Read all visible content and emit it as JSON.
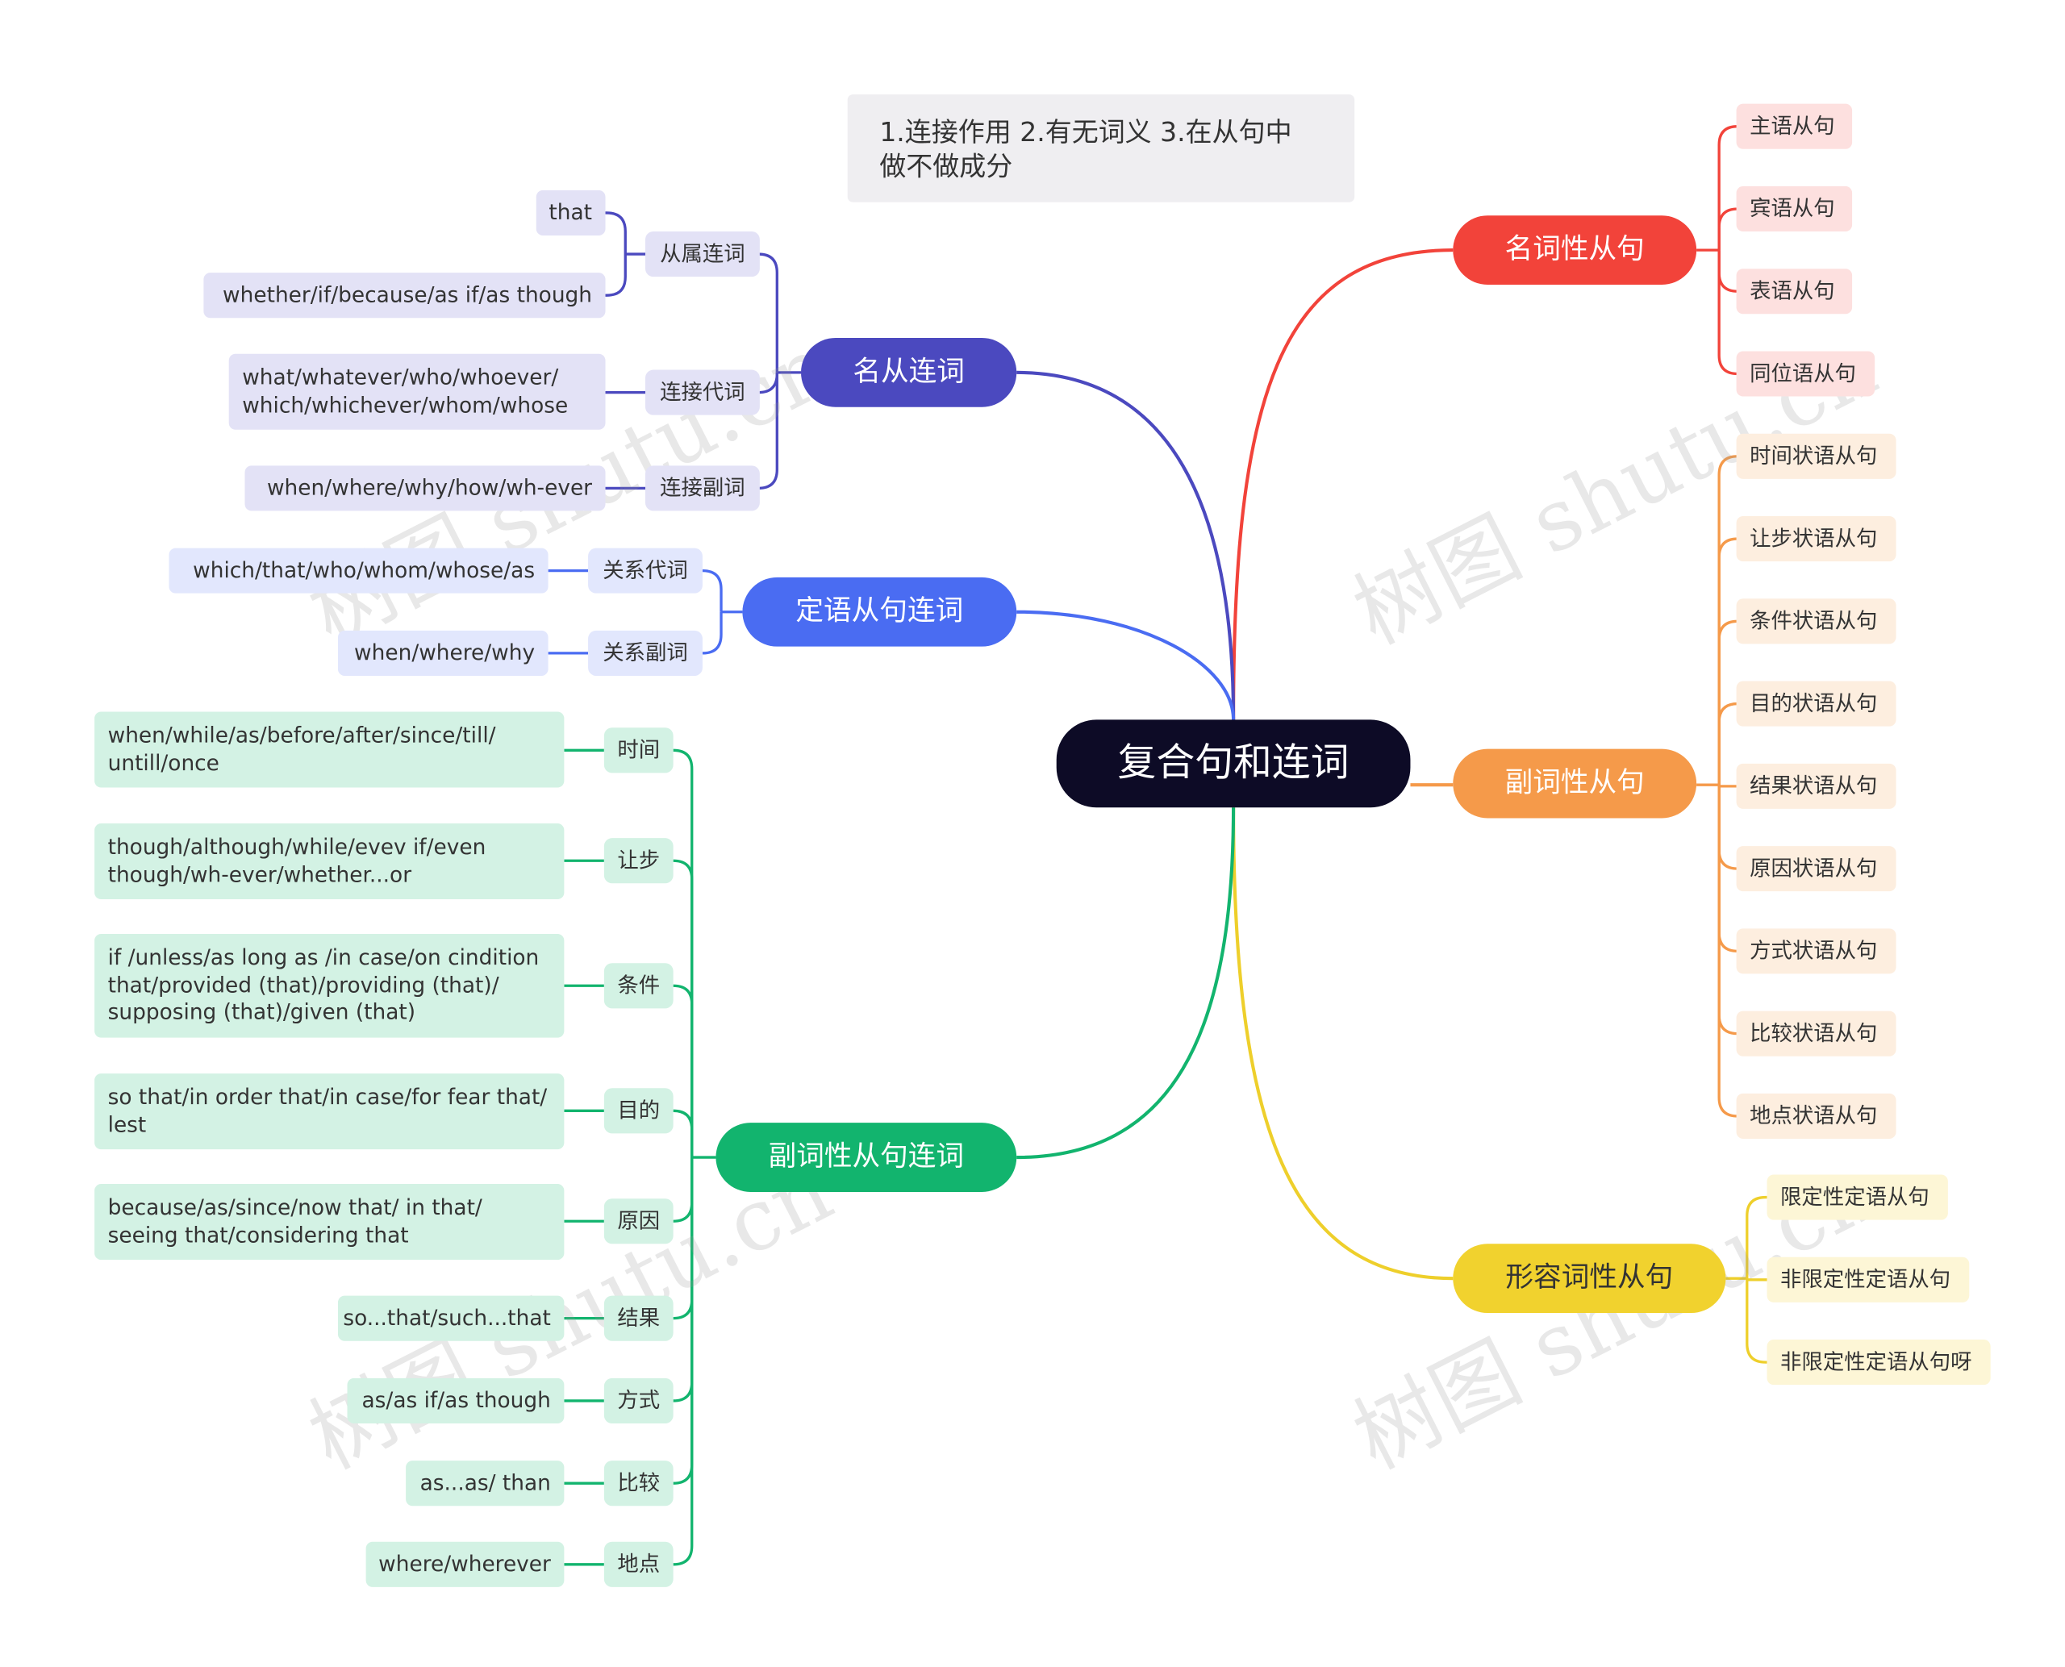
{
  "center": "复合句和连词",
  "note": "1.连接作用 2.有无词义 3.在从句中\n做不做成分",
  "watermark": "树图 shutu.cn",
  "colors": {
    "nominal": "#f2433a",
    "adverbial": "#f59a4a",
    "adjectival": "#eecf2b",
    "noun_conj": "#4b49bf",
    "attr_conj": "#4a6cf2",
    "adv_conj": "#12b46e"
  },
  "right": {
    "nominal": {
      "label": "名词性从句",
      "children": [
        "主语从句",
        "宾语从句",
        "表语从句",
        "同位语从句"
      ]
    },
    "adverbial": {
      "label": "副词性从句",
      "children": [
        "时间状语从句",
        "让步状语从句",
        "条件状语从句",
        "目的状语从句",
        "结果状语从句",
        "原因状语从句",
        "方式状语从句",
        "比较状语从句",
        "地点状语从句"
      ]
    },
    "adjectival": {
      "label": "形容词性从句",
      "children": [
        "限定性定语从句",
        "非限定性定语从句",
        "非限定性定语从句呀"
      ]
    }
  },
  "left": {
    "noun_conj": {
      "label": "名从连词",
      "subs": [
        {
          "label": "从属连词",
          "leaves": [
            "that",
            "whether/if/because/as if/as though"
          ]
        },
        {
          "label": "连接代词",
          "leaves": [
            "what/whatever/who/whoever/\nwhich/whichever/whom/whose"
          ]
        },
        {
          "label": "连接副词",
          "leaves": [
            "when/where/why/how/wh-ever"
          ]
        }
      ]
    },
    "attr_conj": {
      "label": "定语从句连词",
      "subs": [
        {
          "label": "关系代词",
          "leaves": [
            "which/that/who/whom/whose/as"
          ]
        },
        {
          "label": "关系副词",
          "leaves": [
            "when/where/why"
          ]
        }
      ]
    },
    "adv_conj": {
      "label": "副词性从句连词",
      "subs": [
        {
          "label": "时间",
          "leaves": [
            "when/while/as/before/after/since/till/\nuntill/once"
          ]
        },
        {
          "label": "让步",
          "leaves": [
            "though/although/while/evev if/even\nthough/wh-ever/whether...or"
          ]
        },
        {
          "label": "条件",
          "leaves": [
            "if /unless/as long as /in case/on cindition\nthat/provided (that)/providing (that)/\nsupposing (that)/given (that)"
          ]
        },
        {
          "label": "目的",
          "leaves": [
            "so that/in order that/in case/for fear that/\nlest"
          ]
        },
        {
          "label": "原因",
          "leaves": [
            "because/as/since/now that/ in that/\nseeing that/considering that"
          ]
        },
        {
          "label": "结果",
          "leaves": [
            "so...that/such...that"
          ]
        },
        {
          "label": "方式",
          "leaves": [
            "as/as if/as though"
          ]
        },
        {
          "label": "比较",
          "leaves": [
            "as...as/  than"
          ]
        },
        {
          "label": "地点",
          "leaves": [
            "where/wherever"
          ]
        }
      ]
    }
  }
}
